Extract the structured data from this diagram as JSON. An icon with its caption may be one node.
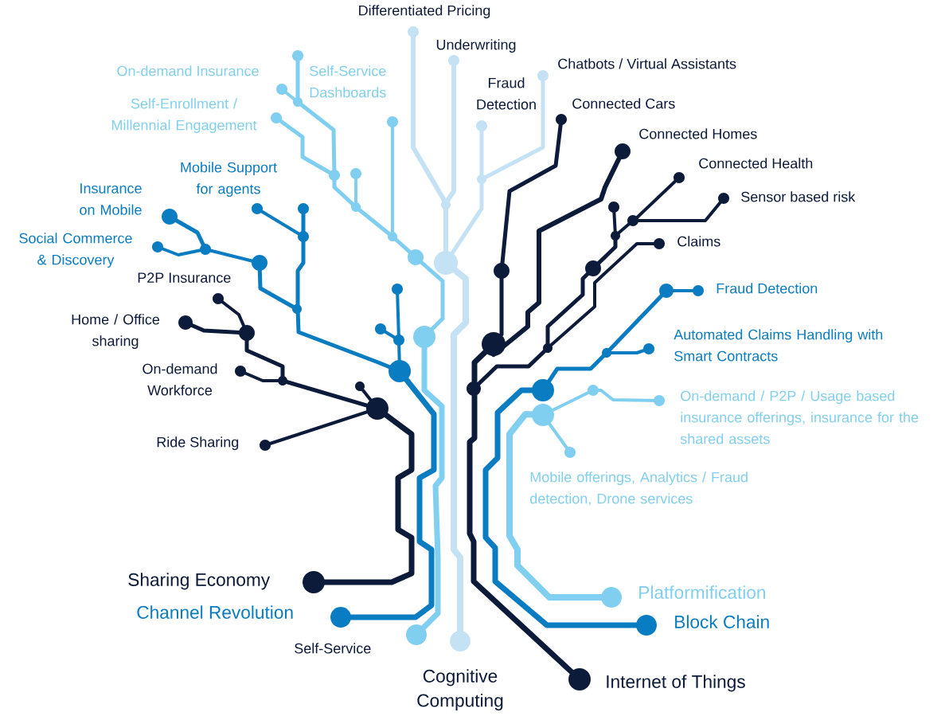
{
  "diagram": {
    "labels": [
      "Differentiated Pricing",
      "Underwriting",
      "On-demand Insurance",
      "Self-Service Dashboards",
      "Chatbots / Virtual Assistants",
      "Fraud Detection",
      "Self-Enrollment / Millennial Engagement",
      "Connected Cars",
      "Connected Homes",
      "Connected Health",
      "Mobile Support for agents",
      "Sensor based risk",
      "Insurance on Mobile",
      "Social Commerce & Discovery",
      "Claims",
      "P2P Insurance",
      "Fraud Detection",
      "Home / Office sharing",
      "Automated Claims Handling with Smart Contracts",
      "On-demand Workforce",
      "On-demand / P2P / Usage based insurance offerings, insurance for the shared assets",
      "Ride Sharing",
      "Mobile offerings, Analytics / Fraud detection, Drone services",
      "Sharing Economy",
      "Platformification",
      "Channel Revolution",
      "Block Chain",
      "Self-Service",
      "Cognitive Computing",
      "Internet of Things"
    ]
  }
}
